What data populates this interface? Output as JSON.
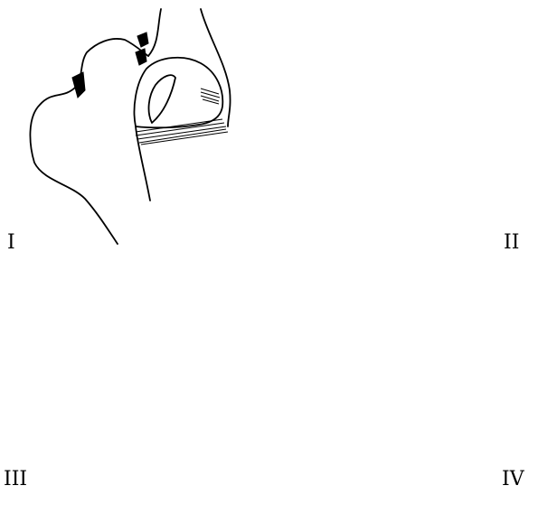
{
  "labels": {
    "panel_1": "I",
    "panel_2": "II",
    "panel_3": "III",
    "panel_4": "IV"
  }
}
